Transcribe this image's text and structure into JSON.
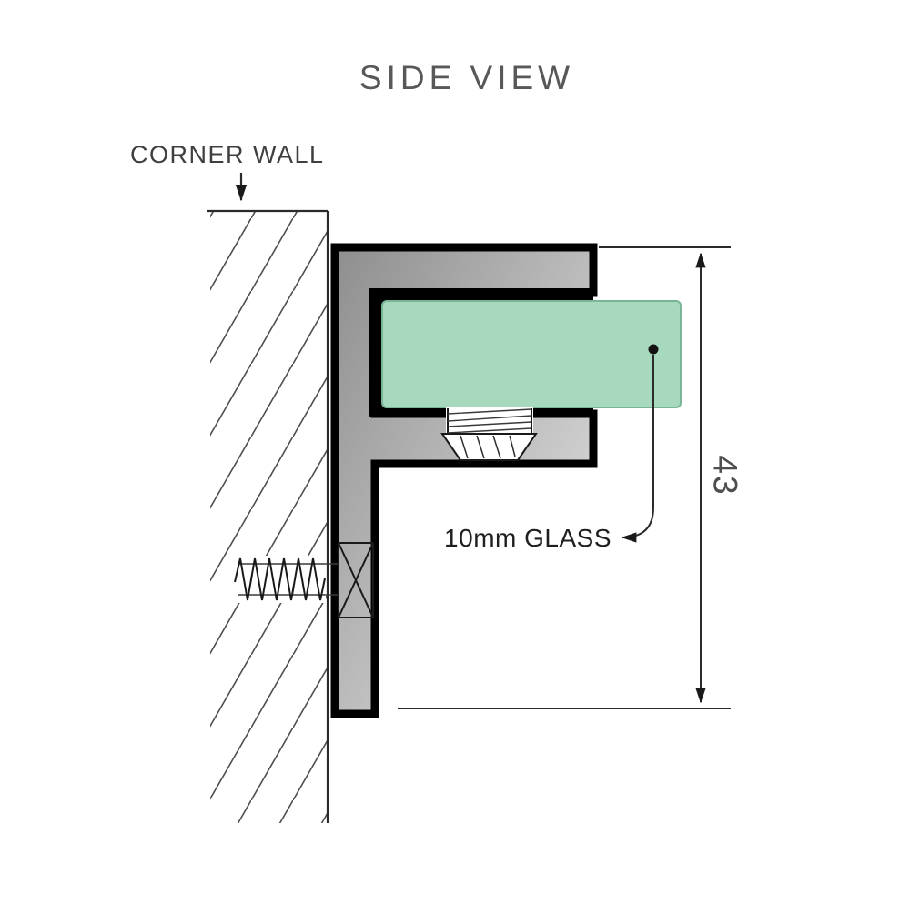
{
  "diagram": {
    "title": "SIDE VIEW",
    "wall_label": "CORNER WALL",
    "glass_label": "10mm GLASS",
    "dimension_label": "43"
  },
  "colors": {
    "glass_fill": "#a6d9bd",
    "glass_edge": "#79b596",
    "metal_dark": "#8e8e8e",
    "metal_light": "#e8e8e8",
    "outline": "#000000",
    "line_color": "#2b2b2b",
    "text_color": "#4e4e4e"
  }
}
